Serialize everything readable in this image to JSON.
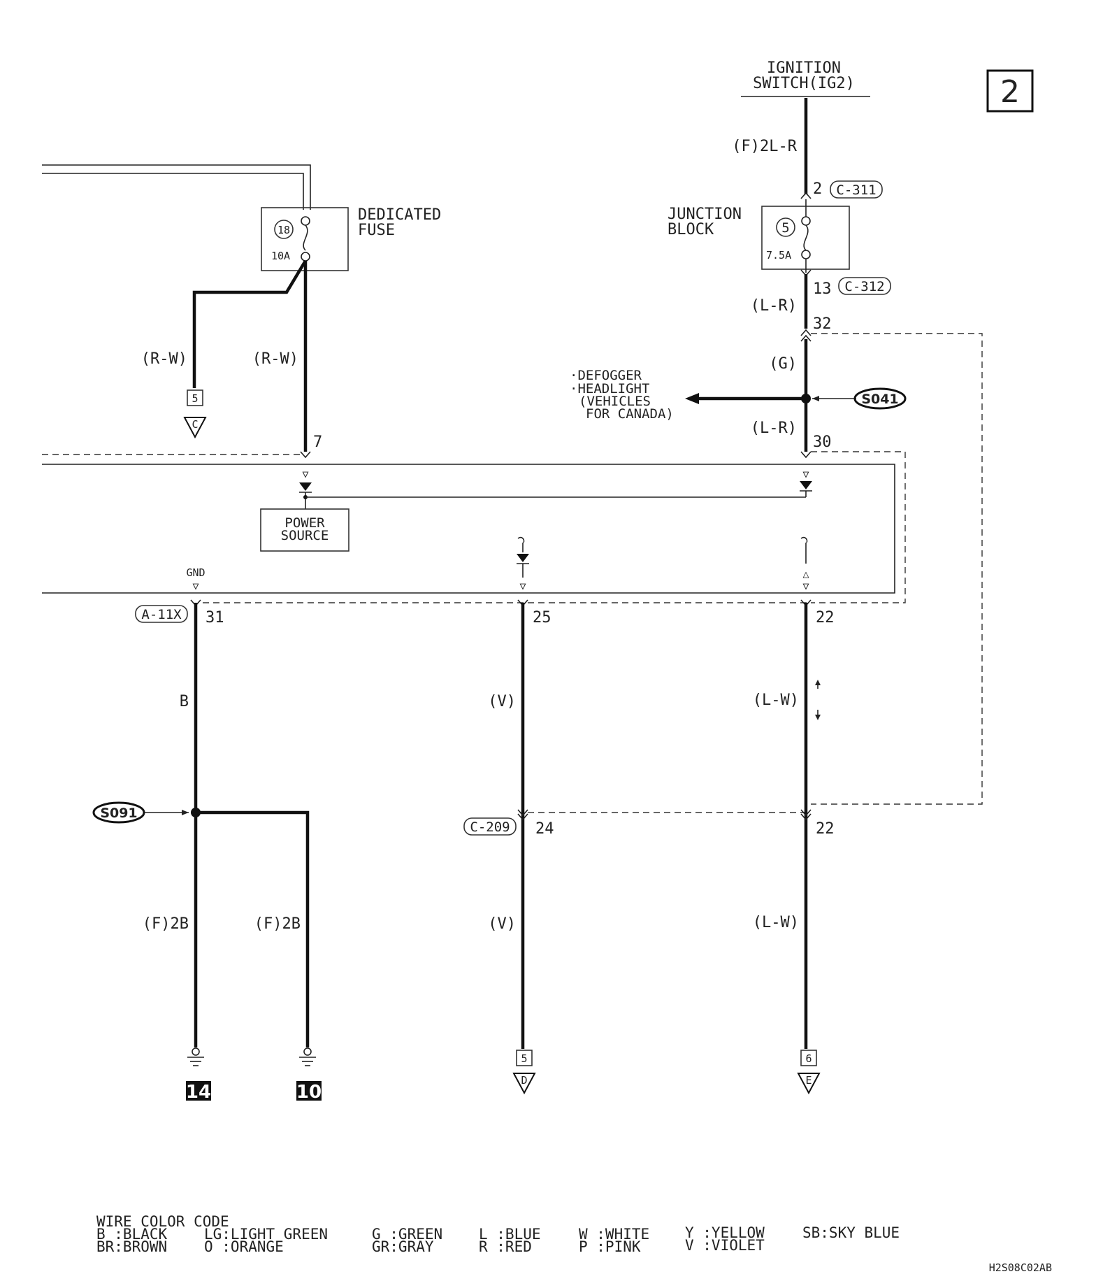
{
  "page_number": "2",
  "ignition_switch": {
    "line1": "IGNITION",
    "line2": "SWITCH(IG2)"
  },
  "wires": {
    "f_2lr": "(F)2L-R",
    "lr_top": "(L-R)",
    "g": "(G)",
    "lr_mid": "(L-R)",
    "rw_left": "(R-W)",
    "rw_right": "(R-W)",
    "b": "B",
    "v_upper": "(V)",
    "lw_upper": "(L-W)",
    "f2b_left": "(F)2B",
    "f2b_right": "(F)2B",
    "v_lower": "(V)",
    "lw_lower": "(L-W)"
  },
  "connectors": {
    "c311": "C-311",
    "c312": "C-312",
    "a11x": "A-11X",
    "c209": "C-209"
  },
  "pins": {
    "p2": "2",
    "p13": "13",
    "p32": "32",
    "p30": "30",
    "p7": "7",
    "p31": "31",
    "p25": "25",
    "p22_top": "22",
    "p24": "24",
    "p22_bottom": "22"
  },
  "junction_block": {
    "line1": "JUNCTION",
    "line2": "BLOCK",
    "fuse_no": "5",
    "rating": "7.5A"
  },
  "dedicated_fuse": {
    "line1": "DEDICATED",
    "line2": "FUSE",
    "fuse_no": "18",
    "rating": "10A"
  },
  "power_source": {
    "line1": "POWER",
    "line2": "SOURCE"
  },
  "gnd_label": "GND",
  "defogger": {
    "line1": "·DEFOGGER",
    "line2": "·HEADLIGHT",
    "line3": "(VEHICLES",
    "line4": "FOR CANADA)"
  },
  "splices": {
    "s041": "S041",
    "s091": "S091"
  },
  "offpage": {
    "c_num": "5",
    "c_letter": "C",
    "d_num": "5",
    "d_letter": "D",
    "e_num": "6",
    "e_letter": "E"
  },
  "grounds": {
    "g14": "14",
    "g10": "10"
  },
  "legend": {
    "title": "WIRE COLOR CODE",
    "b": "B :BLACK",
    "br": "BR:BROWN",
    "lg": "LG:LIGHT GREEN",
    "o": "O :ORANGE",
    "g": "G :GREEN",
    "gr": "GR:GRAY",
    "l": "L :BLUE",
    "r": "R :RED",
    "w": "W :WHITE",
    "p": "P :PINK",
    "y": "Y :YELLOW",
    "v": "V :VIOLET",
    "sb": "SB:SKY BLUE"
  },
  "diagram_code": "H2S08C02AB"
}
